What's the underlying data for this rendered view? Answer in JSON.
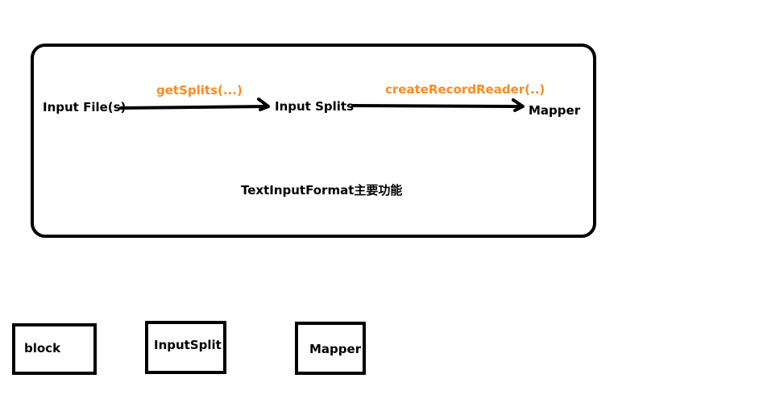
{
  "diagram": {
    "frame_caption": "TextInputFormat主要功能",
    "nodes": {
      "input_files": "Input File(s)",
      "input_splits": "Input Splits",
      "mapper": "Mapper"
    },
    "edges": {
      "get_splits": "getSplits(...)",
      "create_record_reader": "createRecordReader(..)"
    },
    "colors": {
      "stroke": "#000000",
      "edge_label": "#ff8a1f",
      "background": "#ffffff"
    }
  },
  "legend_boxes": {
    "block": "block",
    "input_split": "InputSplit",
    "mapper": "Mapper"
  }
}
